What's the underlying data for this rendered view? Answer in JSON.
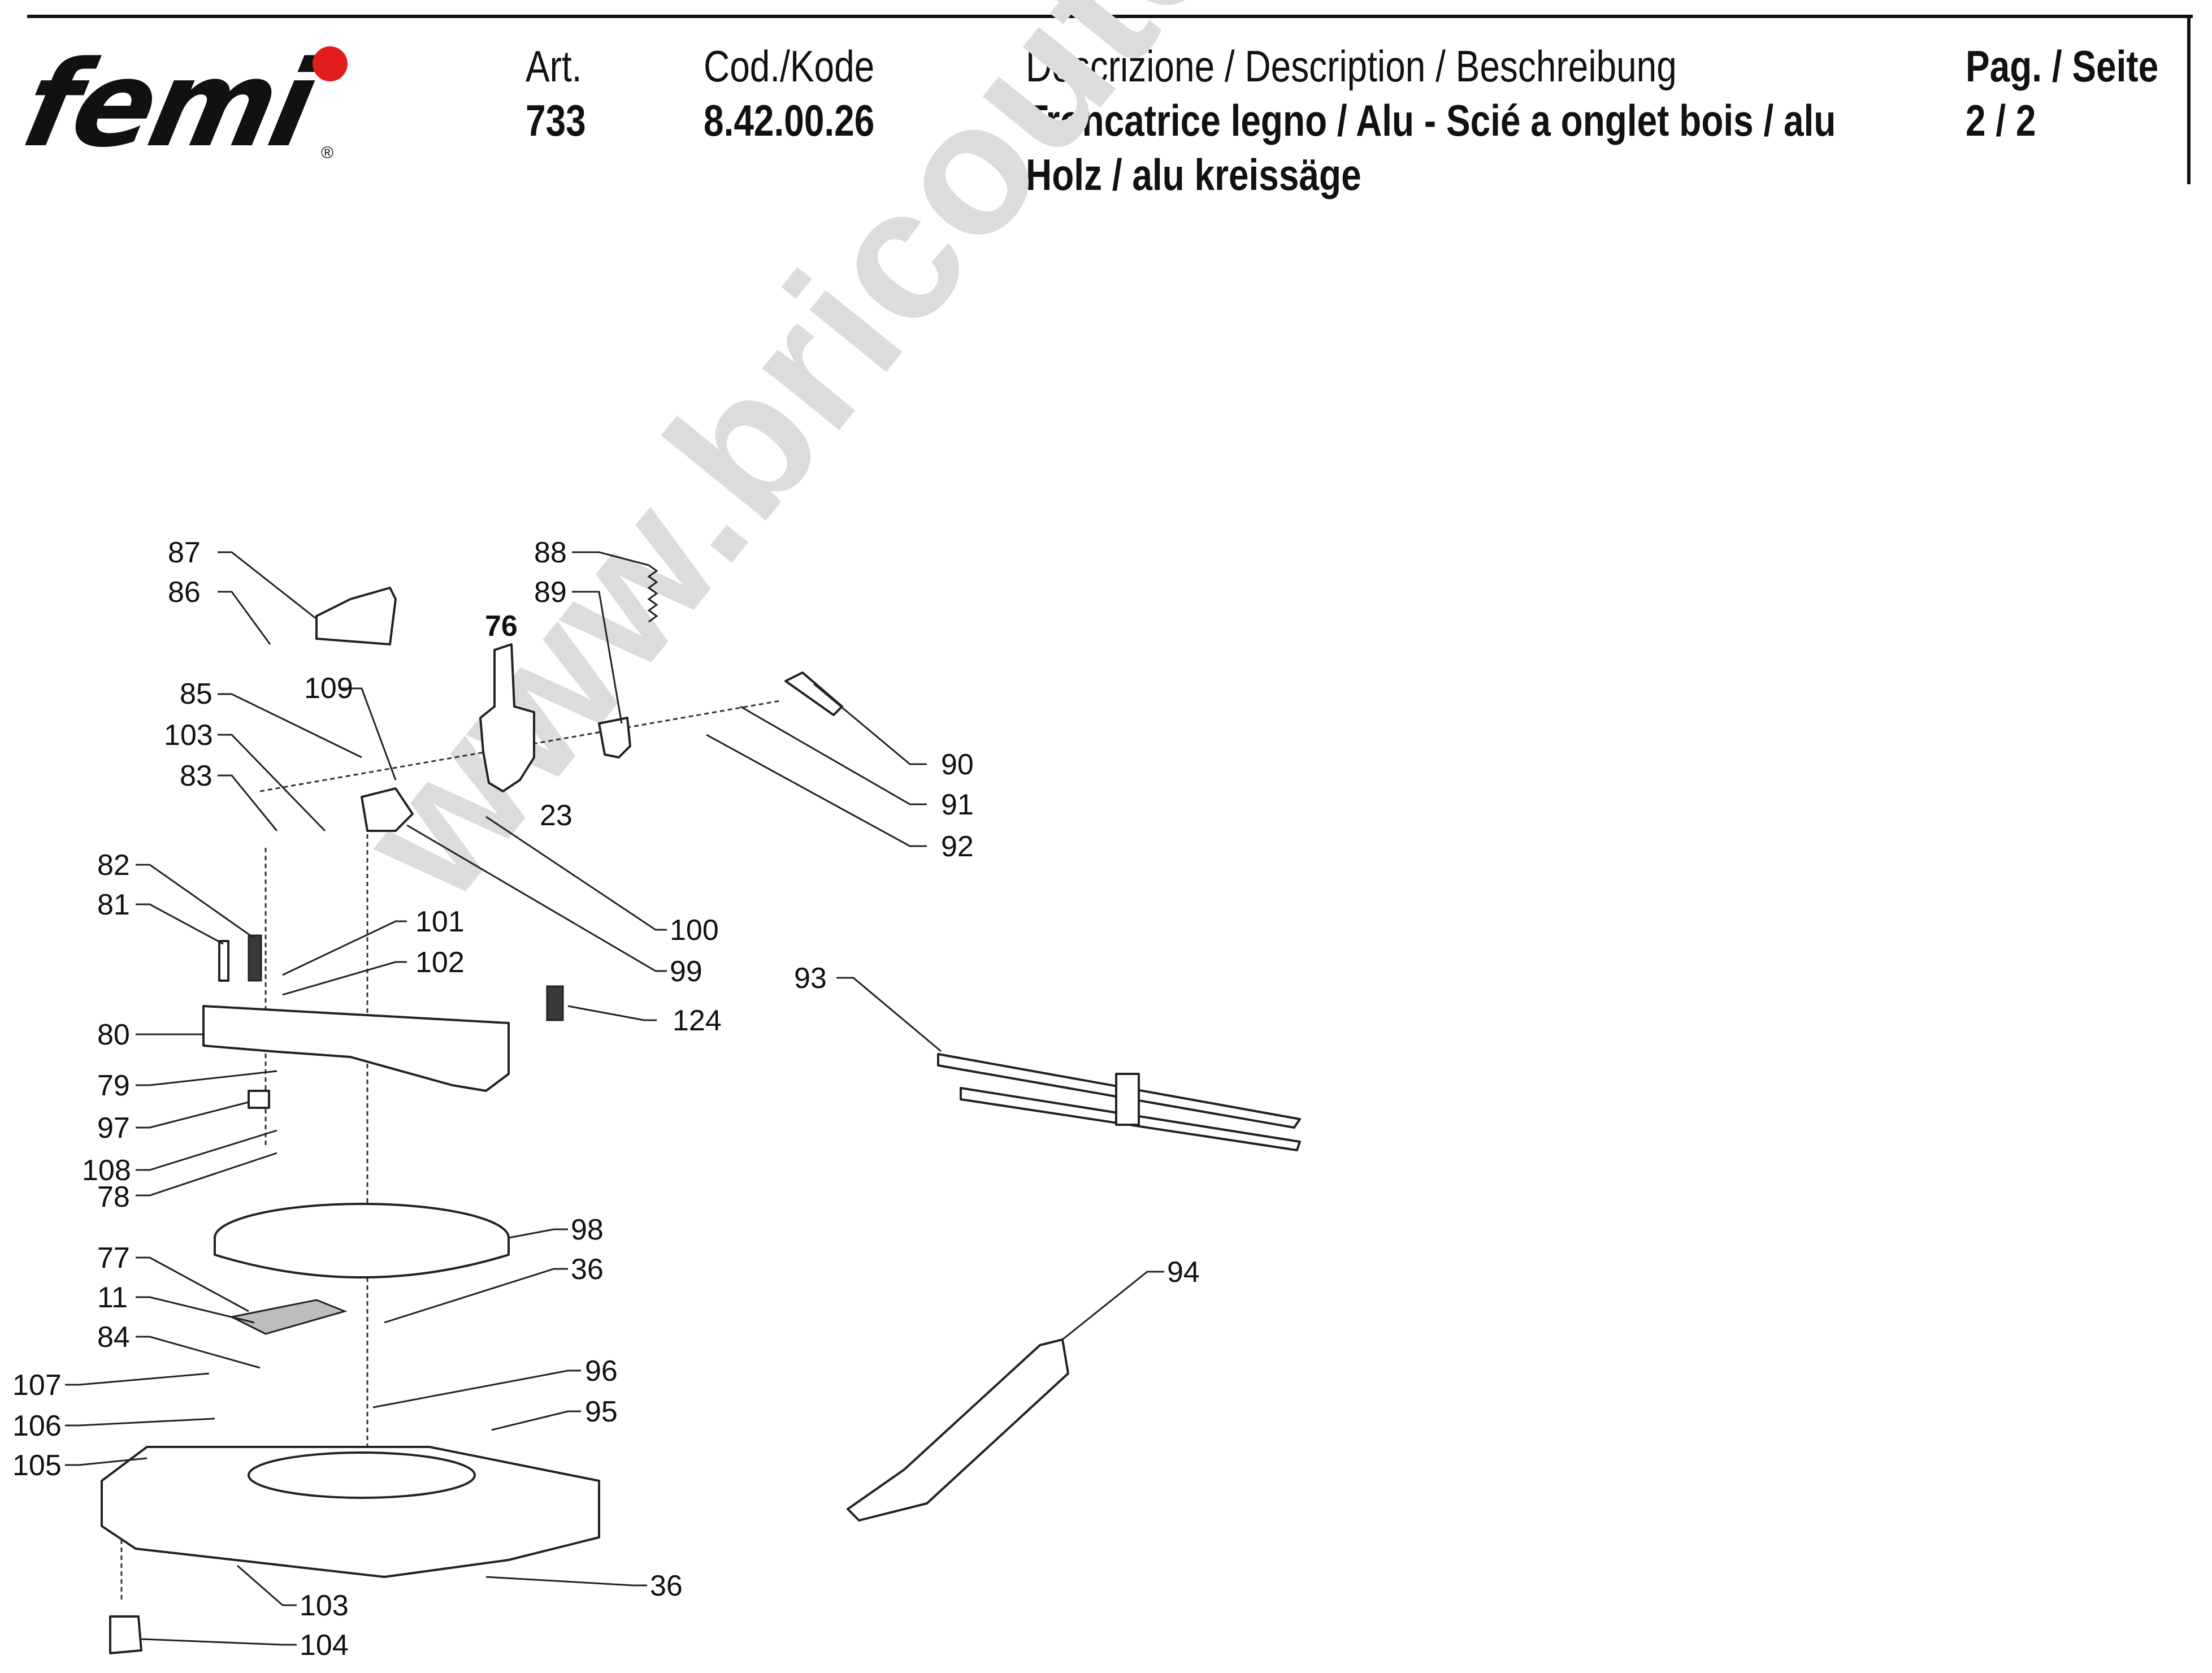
{
  "header": {
    "brand": "femi",
    "brand_mark": "®",
    "accent_color": "#e11d1d",
    "art_label": "Art.",
    "art_value": "733",
    "code_label": "Cod./Kode",
    "code_value": "8.42.00.26",
    "description_label": "Descrizione / Description / Beschreibung",
    "description_line1": "Troncatrice legno / Alu - Scié a onglet bois / alu",
    "description_line2": "Holz / alu kreissäge",
    "page_label": "Pag. / Seite",
    "page_value": "2 / 2"
  },
  "watermark": "www.bricoutensili.com",
  "callouts": {
    "n87": "87",
    "n86": "86",
    "n76": "76",
    "n88": "88",
    "n89": "89",
    "n109": "109",
    "n85": "85",
    "n103a": "103",
    "n83": "83",
    "n23": "23",
    "n90": "90",
    "n91": "91",
    "n92": "92",
    "n82": "82",
    "n81": "81",
    "n101": "101",
    "n102": "102",
    "n100": "100",
    "n99": "99",
    "n124": "124",
    "n80": "80",
    "n79": "79",
    "n97": "97",
    "n108": "108",
    "n78": "78",
    "n98": "98",
    "n36a": "36",
    "n77": "77",
    "n11": "11",
    "n84": "84",
    "n107": "107",
    "n106": "106",
    "n105": "105",
    "n96": "96",
    "n95": "95",
    "n36b": "36",
    "n103b": "103",
    "n104": "104",
    "n93": "93",
    "n94": "94"
  }
}
